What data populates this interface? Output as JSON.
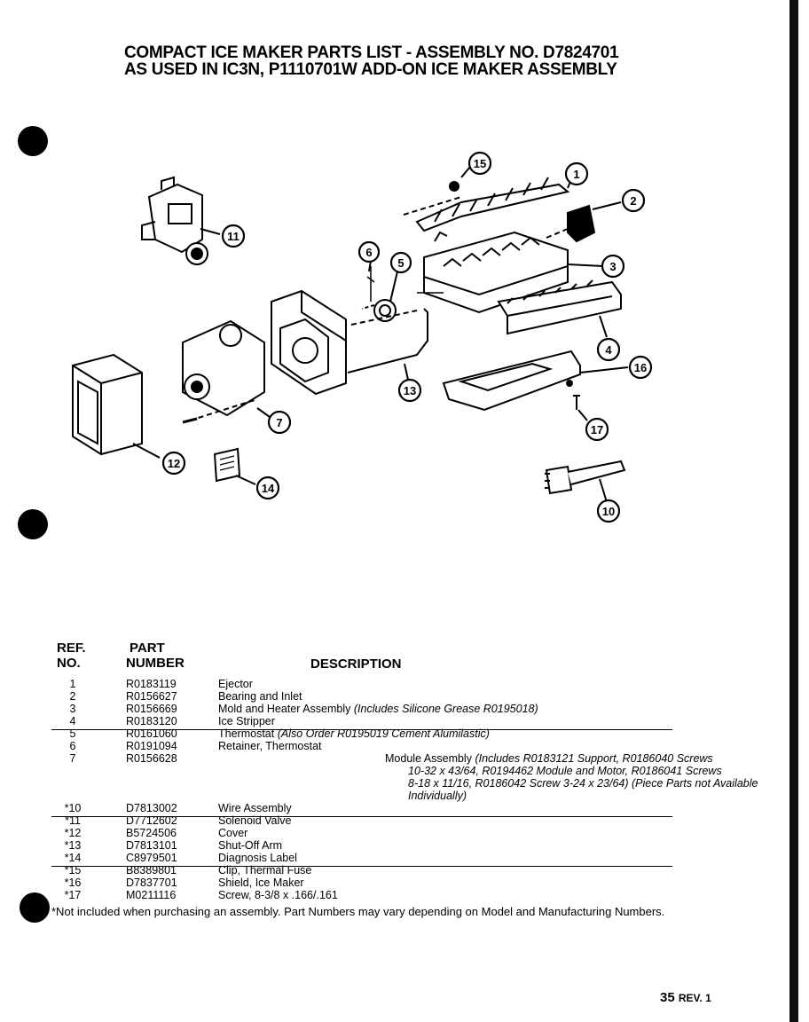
{
  "title": {
    "line1": "COMPACT ICE MAKER PARTS LIST  -  ASSEMBLY NO. D7824701",
    "line2": "AS USED IN IC3N, P1110701W ADD-ON ICE MAKER ASSEMBLY"
  },
  "diagram": {
    "callouts": [
      "1",
      "2",
      "3",
      "4",
      "5",
      "6",
      "7",
      "10",
      "11",
      "12",
      "13",
      "14",
      "15",
      "16",
      "17"
    ]
  },
  "table": {
    "headers": {
      "ref_line1": "REF.",
      "ref_line2": "NO.",
      "part_line1": "PART",
      "part_line2": "NUMBER",
      "description": "DESCRIPTION"
    },
    "rows": [
      {
        "ref": "1",
        "part": "R0183119",
        "desc": "Ejector",
        "note": ""
      },
      {
        "ref": "2",
        "part": "R0156627",
        "desc": "Bearing and Inlet",
        "note": ""
      },
      {
        "ref": "3",
        "part": "R0156669",
        "desc": "Mold and Heater Assembly",
        "note": "(Includes Silicone Grease  R0195018)"
      },
      {
        "ref": "4",
        "part": "R0183120",
        "desc": "Ice Stripper",
        "note": ""
      },
      {
        "ref": "5",
        "part": "R0161060",
        "desc": "Thermostat",
        "note": "(Also Order R0195019 Cement Alumilastic)"
      },
      {
        "ref": "6",
        "part": "R0191094",
        "desc": "Retainer, Thermostat",
        "note": ""
      },
      {
        "ref": "7",
        "part": "R0156628",
        "desc": "Module Assembly",
        "note": "(Includes R0183121 Support, R0186040 Screws"
      },
      {
        "ref": "*10",
        "part": "D7813002",
        "desc": "Wire Assembly",
        "note": ""
      },
      {
        "ref": "*11",
        "part": "D7712602",
        "desc": "Solenoid Valve",
        "note": ""
      },
      {
        "ref": "*12",
        "part": "B5724506",
        "desc": "Cover",
        "note": ""
      },
      {
        "ref": "*13",
        "part": "D7813101",
        "desc": "Shut-Off Arm",
        "note": ""
      },
      {
        "ref": "*14",
        "part": "C8979501",
        "desc": "Diagnosis Label",
        "note": ""
      },
      {
        "ref": "*15",
        "part": "B8389801",
        "desc": "Clip, Thermal Fuse",
        "note": ""
      },
      {
        "ref": "*16",
        "part": "D7837701",
        "desc": "Shield, Ice Maker",
        "note": ""
      },
      {
        "ref": "*17",
        "part": "M0211116",
        "desc": "Screw, 8-3/8 x .166/.161",
        "note": ""
      }
    ],
    "row7_continuation": [
      "10-32 x 43/64, R0194462 Module and Motor, R0186041 Screws",
      "8-18 x 11/16, R0186042 Screw 3-24 x 23/64)  (Piece Parts not Available",
      "Individually)"
    ]
  },
  "footnote": "*Not included when purchasing an assembly.  Part Numbers may vary depending on Model and Manufacturing Numbers.",
  "page_number": {
    "number": "35",
    "rev": "REV. 1"
  }
}
